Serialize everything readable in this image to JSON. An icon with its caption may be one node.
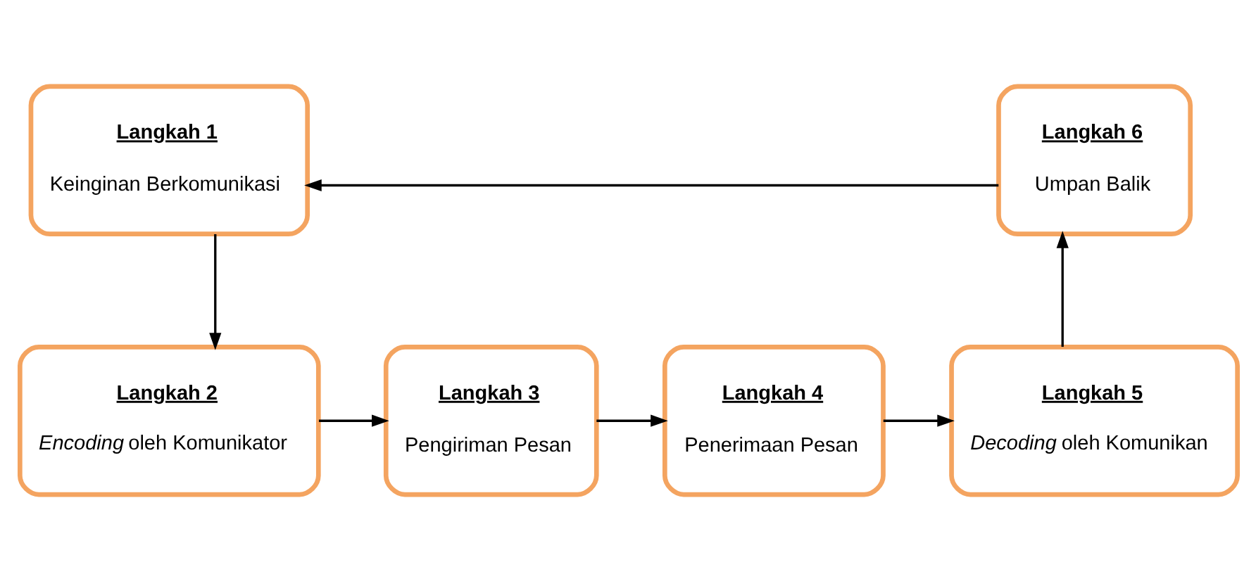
{
  "diagram": {
    "nodes": [
      {
        "text": [
          "Langkah 1",
          "Keinginan Berkomunikasi"
        ]
      },
      {
        "text": [
          "Langkah 2",
          "*Encoding* oleh Komunikator"
        ]
      },
      {
        "text": [
          "Langkah 3",
          "Pengiriman Pesan"
        ]
      },
      {
        "text": [
          "Langkah 4",
          "Penerimaan Pesan"
        ]
      },
      {
        "text": [
          "Langkah 5",
          "*Decoding* oleh Komunikan"
        ]
      },
      {
        "text": [
          "Langkah 6",
          "Umpan Balik"
        ]
      }
    ],
    "edges": [
      {
        "from": 0,
        "to": 1,
        "arrow": "to"
      },
      {
        "from": 1,
        "to": 2,
        "arrow": "to"
      },
      {
        "from": 2,
        "to": 3,
        "arrow": "to"
      },
      {
        "from": 3,
        "to": 4,
        "arrow": "to"
      },
      {
        "from": 4,
        "to": 5,
        "arrow": "to"
      },
      {
        "from": 5,
        "to": 0,
        "arrow": "to"
      }
    ]
  }
}
